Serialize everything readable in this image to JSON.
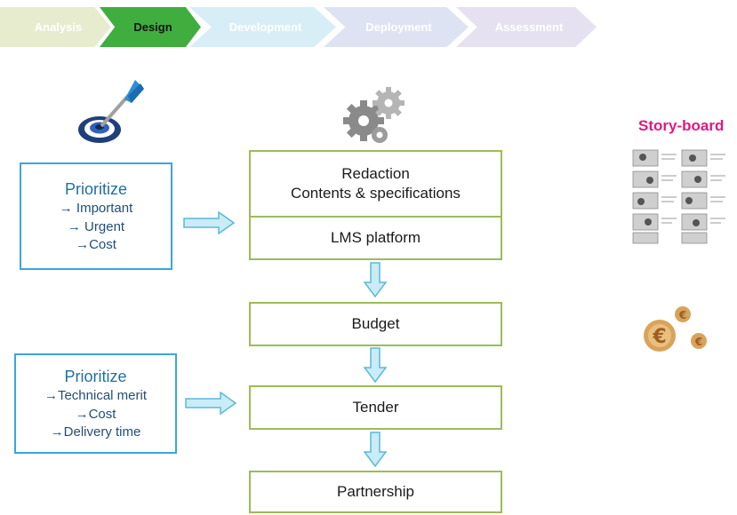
{
  "phases": [
    {
      "label": "Analysis",
      "color": "#e7eccf",
      "active": false
    },
    {
      "label": "Design",
      "color": "#3fae3f",
      "active": true
    },
    {
      "label": "Development",
      "color": "#d8eef6",
      "active": false
    },
    {
      "label": "Deployment",
      "color": "#dde3f2",
      "active": false
    },
    {
      "label": "Assessment",
      "color": "#e5e1f0",
      "active": false
    }
  ],
  "flow": {
    "redaction_line1": "Redaction",
    "redaction_line2": "Contents & specifications",
    "lms": "LMS platform",
    "budget": "Budget",
    "tender": "Tender",
    "partnership": "Partnership"
  },
  "prioritize1": {
    "title": "Prioritize",
    "items": [
      "→ Important",
      "→ Urgent",
      "→Cost"
    ]
  },
  "prioritize2": {
    "title": "Prioritize",
    "items": [
      "→Technical merit",
      "→Cost",
      "→Delivery time"
    ]
  },
  "storyboard": {
    "title": "Story-board"
  },
  "icons": [
    "dart-target-icon",
    "gears-icon",
    "storyboard-icon",
    "euro-coins-icon"
  ],
  "colors": {
    "flow_border": "#9bbb59",
    "prioritize_border": "#3aa6d8",
    "arrow_fill": "#c9ecf7",
    "arrow_stroke": "#5bb8da",
    "storyboard_title": "#e3177d"
  }
}
